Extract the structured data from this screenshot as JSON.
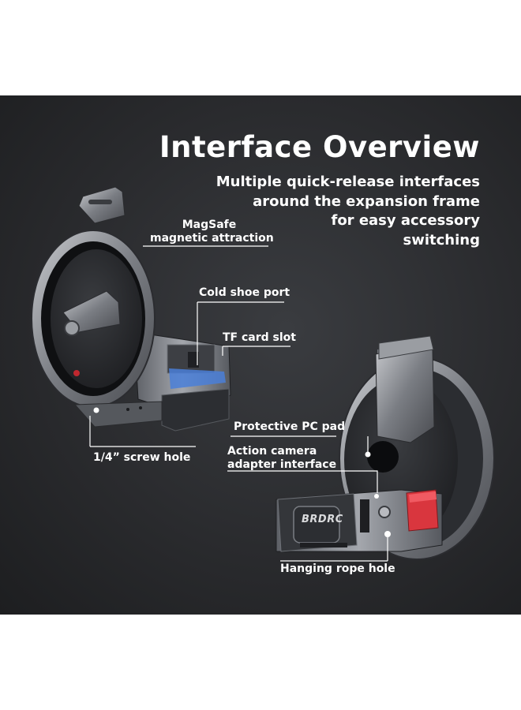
{
  "title": "Interface Overview",
  "subtitle_lines": [
    "Multiple quick-release interfaces",
    "around the expansion frame",
    "for easy accessory",
    "switching"
  ],
  "labels": {
    "magsafe_line1": "MagSafe",
    "magsafe_line2": "magnetic attraction",
    "cold_shoe": "Cold shoe port",
    "tf_card": "TF card slot",
    "screw_hole": "1/4”  screw hole",
    "pc_pad": "Protective PC pad",
    "action_line1": "Action camera",
    "action_line2": "adapter interface",
    "rope_hole": "Hanging rope hole"
  },
  "brand": "BRDRC",
  "colors": {
    "background": "#2a2b2e",
    "text": "#ffffff",
    "accent_red": "#d9363e",
    "accent_blue": "#4a7fd8"
  }
}
